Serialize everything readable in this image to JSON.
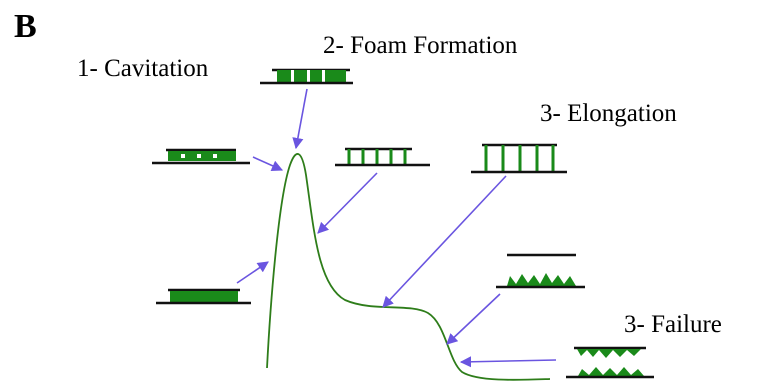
{
  "figure": {
    "panel_letter": "B",
    "labels": {
      "cavitation": "1- Cavitation",
      "foam_formation": "2- Foam Formation",
      "elongation": "3- Elongation",
      "failure": "3- Failure"
    }
  },
  "colors": {
    "curve": "#2e7d1a",
    "arrow": "#6a55e0",
    "plate": "#111111",
    "adhesive": "#1a8a1a",
    "adhesive_dark": "#0f5f0f"
  }
}
